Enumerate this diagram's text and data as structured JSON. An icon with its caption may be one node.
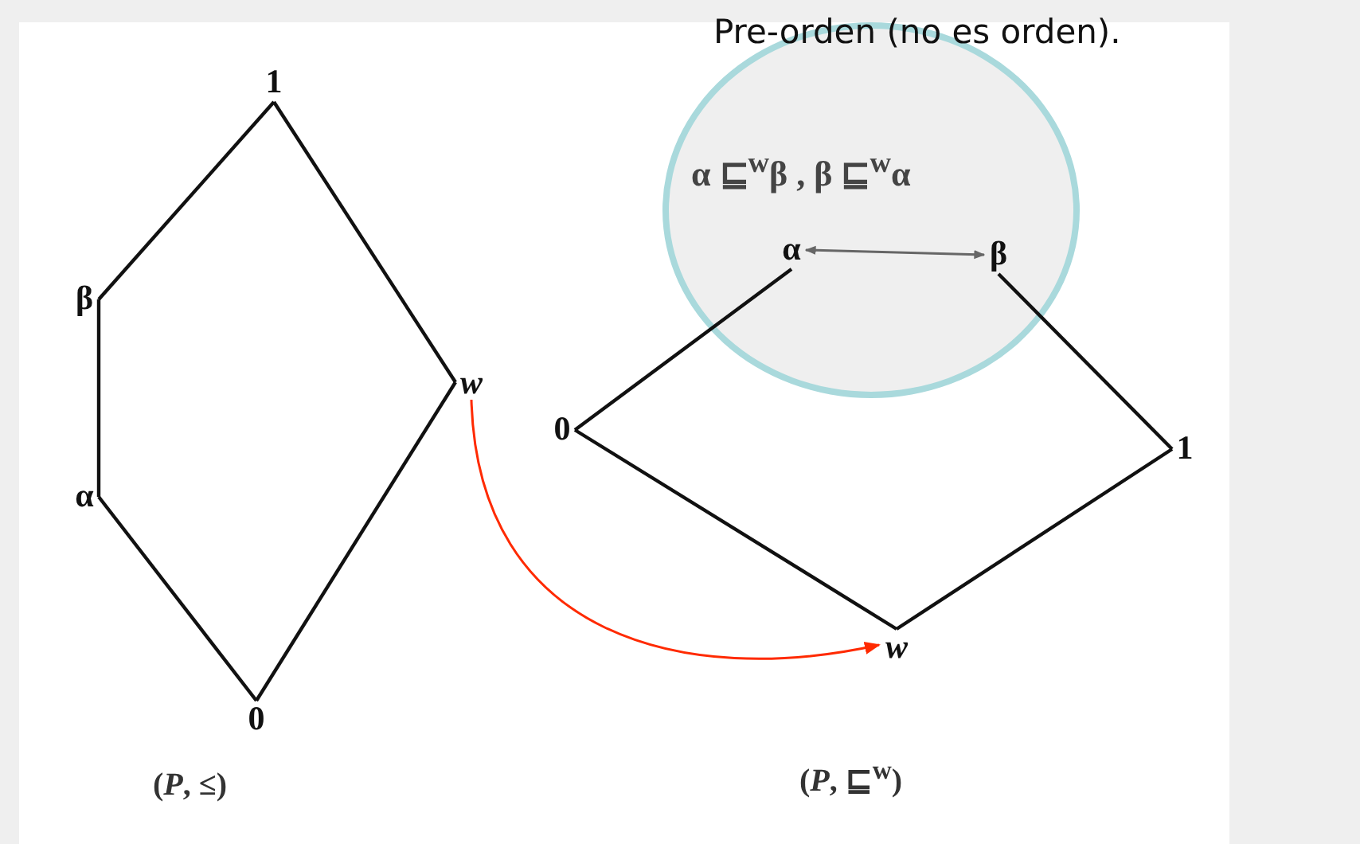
{
  "diagram": {
    "nodes": [
      {
        "text": [
          "1"
        ]
      },
      {
        "text": [
          "β"
        ]
      },
      {
        "text": [
          "*w*"
        ]
      },
      {
        "text": [
          "α"
        ]
      },
      {
        "text": [
          "0"
        ]
      },
      {
        "text": [
          "0"
        ]
      },
      {
        "text": [
          "α ⊑$^{w}$β ,  β ⊑$^{w}$α"
        ]
      },
      {
        "text": [
          "α"
        ],
        "in": 6
      },
      {
        "text": [
          "β"
        ],
        "in": 6
      },
      {
        "text": [
          "1"
        ]
      },
      {
        "text": [
          "*w*"
        ]
      }
    ],
    "edges": [
      {
        "from": 1,
        "to": 0,
        "arrow": "none"
      },
      {
        "from": 0,
        "to": 2,
        "arrow": "none"
      },
      {
        "from": 3,
        "to": 1,
        "arrow": "none"
      },
      {
        "from": 4,
        "to": 3,
        "arrow": "none"
      },
      {
        "from": 4,
        "to": 2,
        "arrow": "none"
      },
      {
        "from": 5,
        "to": 7,
        "arrow": "none"
      },
      {
        "from": 7,
        "to": 8,
        "arrow": "both",
        "color": "#666666"
      },
      {
        "from": 8,
        "to": 9,
        "arrow": "none"
      },
      {
        "from": 5,
        "to": 10,
        "arrow": "none"
      },
      {
        "from": 10,
        "to": 9,
        "arrow": "none"
      },
      {
        "from": 2,
        "to": 10,
        "arrow": "to",
        "color": "#ff2a00"
      }
    ],
    "labels": [
      "Pre-orden (no es orden).",
      "(*P*, ≤)",
      "(*P*, ⊑$^{w}$)"
    ]
  }
}
